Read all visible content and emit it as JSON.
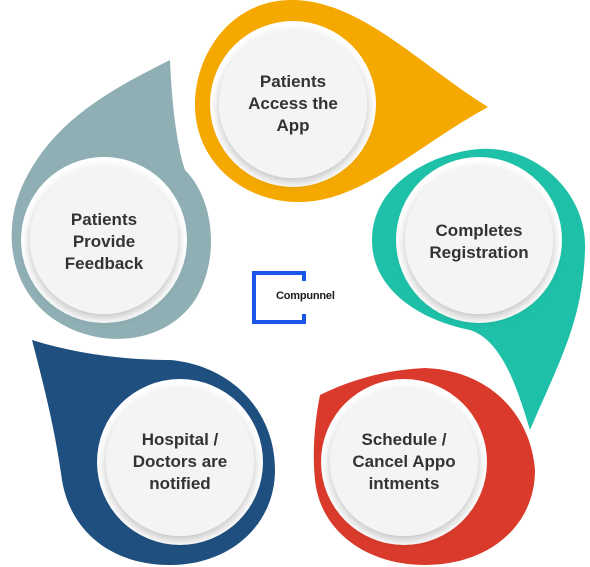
{
  "diagram": {
    "steps": [
      {
        "label": "Patients\nAccess the\nApp",
        "color": "#F5A800"
      },
      {
        "label": "Completes\nRegistration",
        "color": "#1EC0A8"
      },
      {
        "label": "Schedule /\nCancel Appo\nintments",
        "color": "#D93A2B"
      },
      {
        "label": "Hospital /\nDoctors are\nnotified",
        "color": "#1E4F7E"
      },
      {
        "label": "Patients\nProvide\nFeedback",
        "color": "#8FAFB5"
      }
    ]
  },
  "logo": {
    "text": "Compunnel",
    "color": "#1A56E8"
  }
}
